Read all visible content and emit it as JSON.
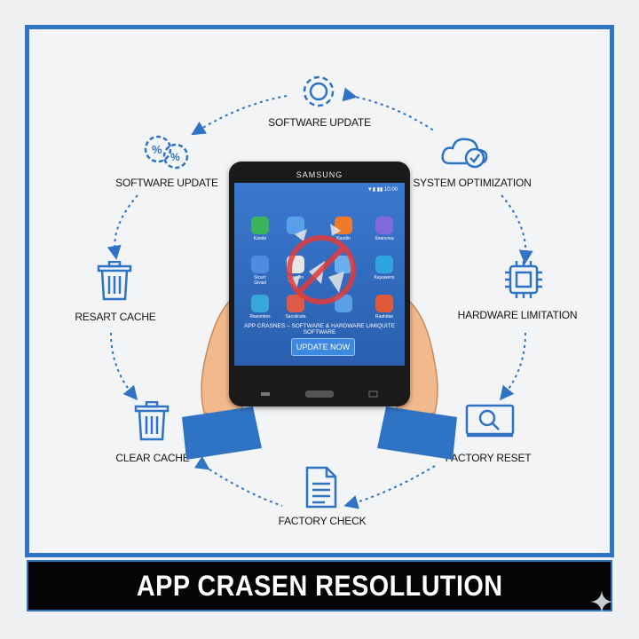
{
  "diagram": {
    "nodes": [
      {
        "id": "top",
        "label": "SOFTWARE UPDATE",
        "icon": "gear-icon"
      },
      {
        "id": "upper-left",
        "label": "SOFTWARE UPDATE",
        "icon": "percent-gear-icon"
      },
      {
        "id": "upper-right",
        "label": "SYSTEM OPTIMIZATION",
        "icon": "cloud-check-icon"
      },
      {
        "id": "left",
        "label": "RESART CACHE",
        "icon": "trash-icon"
      },
      {
        "id": "right",
        "label": "HARDWARE LIMITATION",
        "icon": "chip-icon"
      },
      {
        "id": "lower-left",
        "label": "CLEAR CACHE",
        "icon": "trash-icon"
      },
      {
        "id": "lower-right",
        "label": "FACTORY RESET",
        "icon": "monitor-search-icon"
      },
      {
        "id": "bottom",
        "label": "FACTORY CHECK",
        "icon": "document-icon"
      }
    ],
    "accent_color": "#2f73c4"
  },
  "phone": {
    "brand": "SAMSUNG",
    "status": "▼▮ ▮▮ 10:00",
    "apps": [
      {
        "name": "Kaode",
        "color": "#3bb35a"
      },
      {
        "name": "",
        "color": "#5aa0e8"
      },
      {
        "name": "Kaodin",
        "color": "#f07a2a"
      },
      {
        "name": "Seancrea",
        "color": "#7f6ad8"
      },
      {
        "name": "Sicarc Giviail",
        "color": "#4f8be0"
      },
      {
        "name": "Kaerrilin",
        "color": "#e6e6e6"
      },
      {
        "name": "",
        "color": "#6ab0f0"
      },
      {
        "name": "Kayawens",
        "color": "#2fa5e0"
      },
      {
        "name": "Riaesoteis",
        "color": "#38a7d9"
      },
      {
        "name": "Sacolicuta",
        "color": "#e05a4a"
      },
      {
        "name": "",
        "color": "#5aa0e8"
      },
      {
        "name": "Raahdae",
        "color": "#e05a3a"
      }
    ],
    "caption": "APP CRASNES – SOFTWARE & HARDWARE LIMIQUITE SOFTWARE",
    "button_label": "UPDATE NOW"
  },
  "banner": {
    "title": "APP CRASEN RESOLLUTION"
  }
}
